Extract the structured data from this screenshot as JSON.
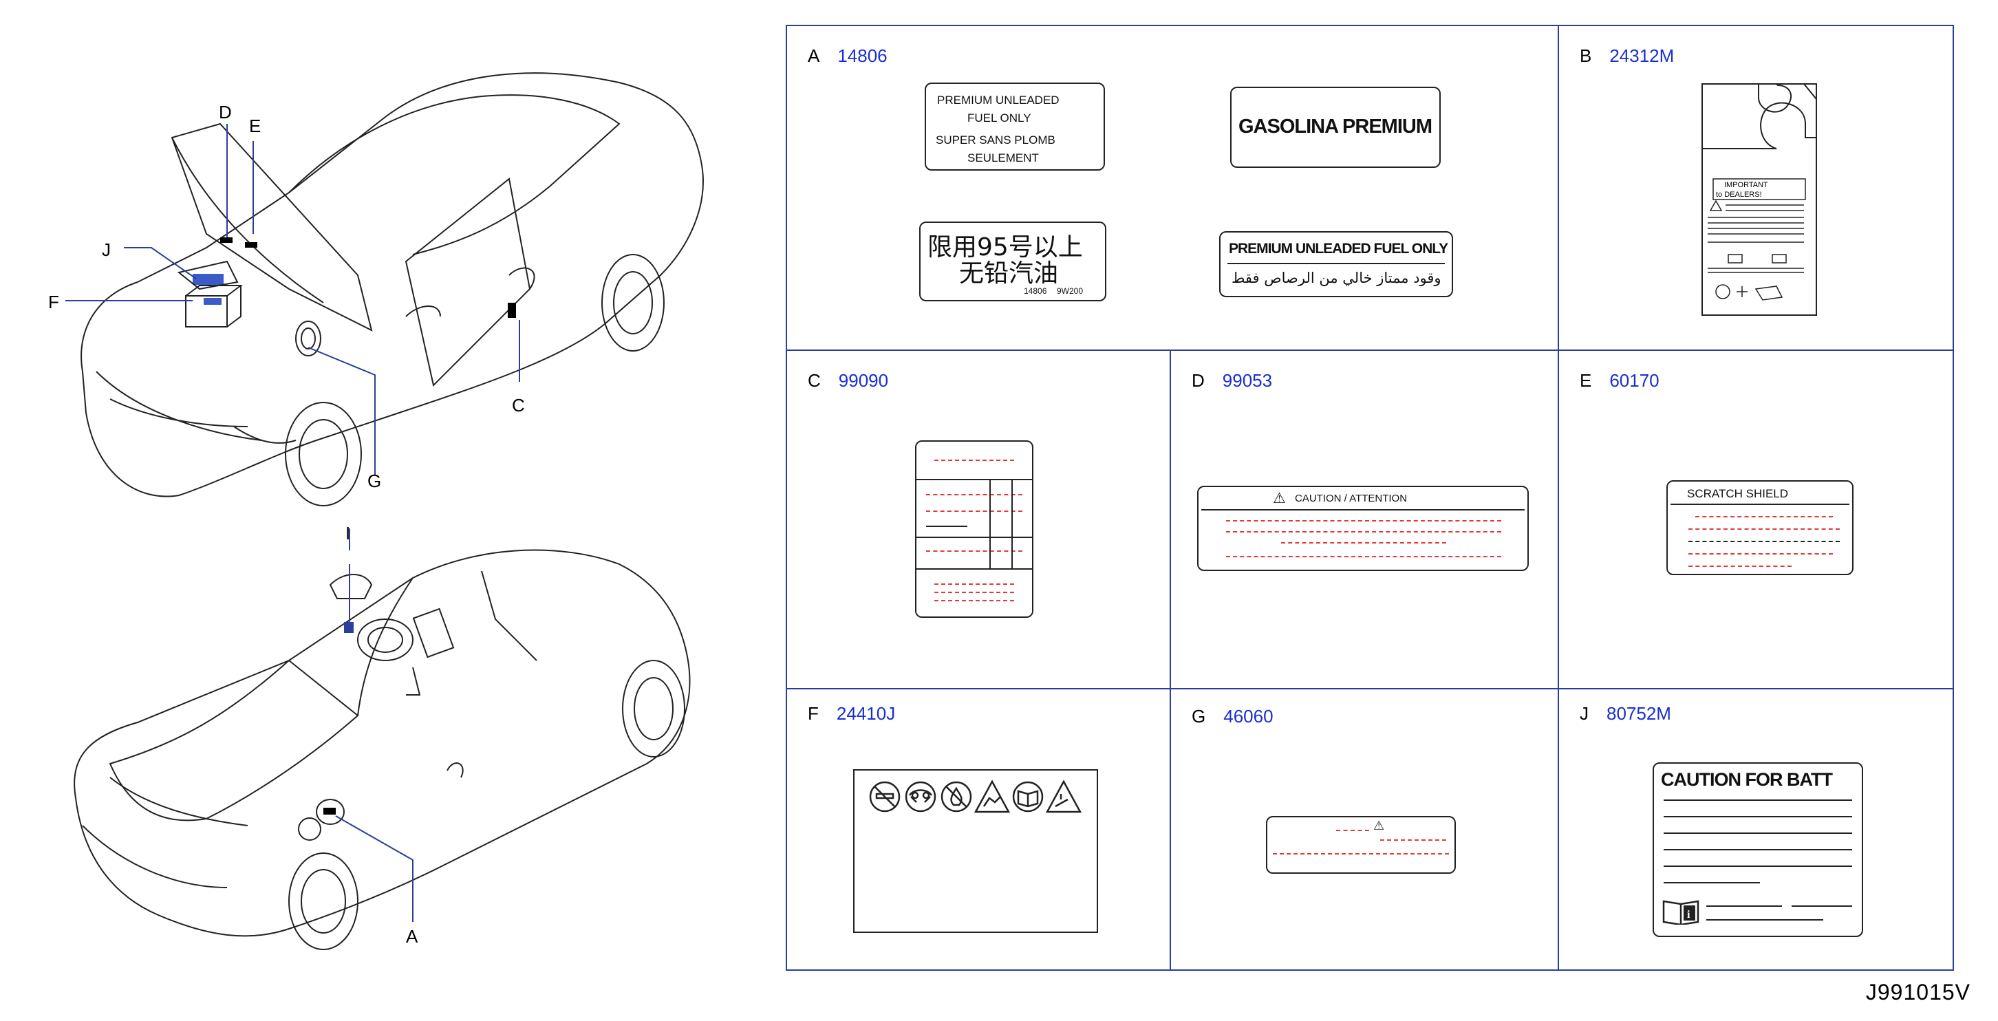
{
  "diagram_code": "J991015V",
  "callouts": [
    "D",
    "E",
    "J",
    "F",
    "C",
    "G",
    "I",
    "A"
  ],
  "cells": {
    "A": {
      "letter": "A",
      "part": "14806",
      "lbl1": {
        "l1": "PREMIUM     UNLEADED",
        "l2": "FUEL     ONLY",
        "l3": "SUPER     SANS     PLOMB",
        "l4": "SEULEMENT"
      },
      "lbl2": "GASOLINA PREMIUM",
      "lbl3": {
        "l1": "限用95号以上",
        "l2": "无铅汽油",
        "n1": "14806",
        "n2": "9W200"
      },
      "lbl4": {
        "l1": "PREMIUM UNLEADED FUEL ONLY",
        "l2": "وقود ممتاز خالي من الرصاص فقط"
      }
    },
    "B": {
      "letter": "B",
      "part": "24312M",
      "tag_l1": "IMPORTANT",
      "tag_l2": "to    DEALERS!"
    },
    "C": {
      "letter": "C",
      "part": "99090"
    },
    "D": {
      "letter": "D",
      "part": "99053",
      "caution": "CAUTION   /   ATTENTION"
    },
    "E": {
      "letter": "E",
      "part": "60170",
      "title": "SCRATCH  SHIELD"
    },
    "F": {
      "letter": "F",
      "part": "24410J"
    },
    "G": {
      "letter": "G",
      "part": "46060"
    },
    "J": {
      "letter": "J",
      "part": "80752M",
      "title": "CAUTION FOR BATT"
    }
  },
  "icons": [
    "car-overview-icon",
    "warning-triangle-icon",
    "no-smoking-icon",
    "eye-protection-icon",
    "no-flame-icon",
    "explosive-gas-icon",
    "read-manual-icon",
    "corrosive-icon",
    "info-book-icon"
  ]
}
